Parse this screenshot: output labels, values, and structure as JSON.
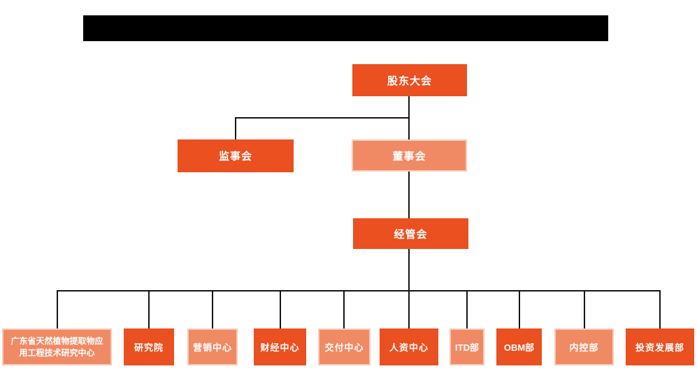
{
  "colors": {
    "primary_orange": "#EA5020",
    "light_orange": "#F08A64",
    "light_border": "#F7CBB8",
    "connector_line": "#141414",
    "redaction_bar": "#000000",
    "node_text": "#ffffff",
    "background": "#ffffff"
  },
  "org": {
    "type": "org-tree",
    "root": {
      "label": "股东大会",
      "variant": "dark"
    },
    "supervisory": {
      "label": "监事会",
      "variant": "dark",
      "parent": "股东大会"
    },
    "board": {
      "label": "董事会",
      "variant": "light",
      "parent": "股东大会"
    },
    "management": {
      "label": "经管会",
      "variant": "dark",
      "parent": "董事会"
    },
    "departments": [
      {
        "label": "广东省天然植物提取物应用工程技术研究中心",
        "variant": "light"
      },
      {
        "label": "研究院",
        "variant": "dark"
      },
      {
        "label": "营销中心",
        "variant": "light"
      },
      {
        "label": "财经中心",
        "variant": "dark"
      },
      {
        "label": "交付中心",
        "variant": "light"
      },
      {
        "label": "人资中心",
        "variant": "dark"
      },
      {
        "label": "ITD部",
        "variant": "light"
      },
      {
        "label": "OBM部",
        "variant": "dark"
      },
      {
        "label": "内控部",
        "variant": "light"
      },
      {
        "label": "投资发展部",
        "variant": "dark"
      }
    ]
  }
}
